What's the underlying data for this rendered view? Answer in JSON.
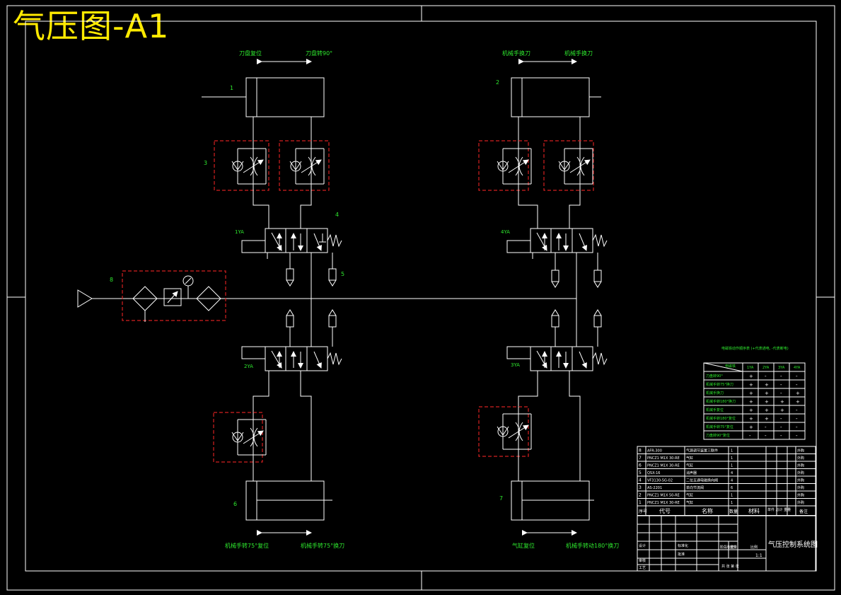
{
  "title": "气压图-A1",
  "cylinder_labels": {
    "top_left_left": "刀盘复位",
    "top_left_right": "刀盘转90°",
    "top_right_left": "机械手换刀",
    "top_right_right": "机械手换刀",
    "bottom_left_left": "机械手转75°复位",
    "bottom_left_right": "机械手转75°换刀",
    "bottom_right_left": "气缸复位",
    "bottom_right_right": "机械手转动180°换刀"
  },
  "part_numbers": [
    "1",
    "2",
    "3",
    "4",
    "5",
    "6",
    "7",
    "8"
  ],
  "solenoids": {
    "s1": "1YA",
    "s2": "2YA",
    "s3": "3YA",
    "s4": "4YA"
  },
  "action_table": {
    "title": "电磁铁动作顺序表 (+代表通电, -代表断电)",
    "corner_header": "电磁铁",
    "columns": [
      "1YA",
      "2YA",
      "3YA",
      "4YA"
    ],
    "rows": [
      {
        "name": "刀盘转90°",
        "cells": [
          "+",
          "-",
          "-",
          "-"
        ]
      },
      {
        "name": "机械手转75°换刀",
        "cells": [
          "+",
          "+",
          "-",
          "-"
        ]
      },
      {
        "name": "机械手换刀",
        "cells": [
          "+",
          "+",
          "-",
          "+"
        ]
      },
      {
        "name": "机械手转180°换刀",
        "cells": [
          "+",
          "+",
          "+",
          "+"
        ]
      },
      {
        "name": "机械手复位",
        "cells": [
          "+",
          "+",
          "+",
          "-"
        ]
      },
      {
        "name": "机械手转180°复位",
        "cells": [
          "+",
          "+",
          "-",
          "-"
        ]
      },
      {
        "name": "机械手转75°复位",
        "cells": [
          "+",
          "-",
          "-",
          "-"
        ]
      },
      {
        "name": "刀盘转90°复位",
        "cells": [
          "-",
          "-",
          "-",
          "-"
        ]
      }
    ]
  },
  "parts_list": {
    "rows": [
      {
        "no": "8",
        "code": "AFR-300",
        "name": "气源调节装置三联件",
        "qty": "1",
        "note": "外购"
      },
      {
        "no": "7",
        "code": "PNCZ1 M1X 30-RE",
        "name": "气缸",
        "qty": "1",
        "note": "外购"
      },
      {
        "no": "6",
        "code": "PNCZ1 M1X 30-RE",
        "name": "气缸",
        "qty": "1",
        "note": "外购"
      },
      {
        "no": "5",
        "code": "QSX-16",
        "name": "消声器",
        "qty": "4",
        "note": "外购"
      },
      {
        "no": "4",
        "code": "VF3130-5G-02",
        "name": "二位五通电磁换向阀",
        "qty": "4",
        "note": "外购"
      },
      {
        "no": "3",
        "code": "AS-2201",
        "name": "单向节流阀",
        "qty": "6",
        "note": "外购"
      },
      {
        "no": "2",
        "code": "PNCZ1 M1X 50-RE",
        "name": "气缸",
        "qty": "1",
        "note": "外购"
      },
      {
        "no": "1",
        "code": "PNCZ1 M1X 30-RE",
        "name": "气缸",
        "qty": "1",
        "note": "外购"
      }
    ],
    "headers": {
      "no": "序号",
      "code": "代号",
      "name": "名称",
      "qty": "数量",
      "material": "材料",
      "weight": "单件 总计 重量",
      "note": "备注"
    }
  },
  "title_block": {
    "drawing_name": "气压控制系统图",
    "scale": "1:1",
    "design": "设计",
    "check": "审核",
    "process": "工艺",
    "standard": "标准化",
    "approve": "批准",
    "stage": "阶段标记",
    "weight": "重量",
    "ratio": "比例",
    "sheets": "共 张 第 张"
  },
  "colors": {
    "accent_green": "#2ee82e",
    "title_yellow": "#ffea00",
    "dashed_red": "#d42020",
    "line": "#ffffff"
  }
}
